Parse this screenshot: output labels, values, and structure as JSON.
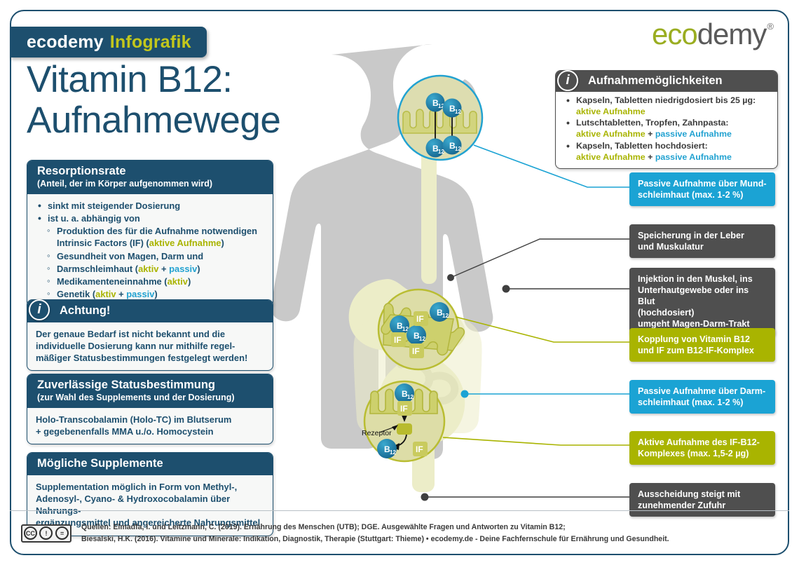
{
  "ribbon": {
    "brand": "ecodemy",
    "word": "Infografik"
  },
  "logo": {
    "part1": "eco",
    "part2": "demy",
    "reg": "®"
  },
  "title": {
    "line1": "Vitamin B12:",
    "line2": "Aufnahmewege"
  },
  "colors": {
    "navy": "#1d4f6e",
    "olive": "#a9b400",
    "cyan": "#1ba3d4",
    "gray": "#4f4f4f",
    "body": "#c9c9c9",
    "tract": "#ecedc8"
  },
  "resorption": {
    "title": "Resorptionsrate",
    "subtitle": "(Anteil, der im Körper aufgenommen wird)",
    "bullets": [
      "sinkt mit steigender Dosierung",
      "ist u. a. abhängig von"
    ],
    "sub_bullets": [
      {
        "text_a": "Produktion des für die Aufnahme notwendigen",
        "text_b": "Intrinsic Factors (IF) (",
        "tags": [
          {
            "t": "aktive Aufnahme",
            "c": "olive"
          }
        ],
        "tail": ")"
      },
      {
        "text_a": "Gesundheit von Magen, Darm und",
        "text_b": "",
        "tags": [],
        "tail": ""
      },
      {
        "text_a": "",
        "text_b": "Darmschleimhaut (",
        "tags": [
          {
            "t": "aktiv",
            "c": "olive"
          },
          {
            "t": "passiv",
            "c": "cyan"
          }
        ],
        "tail": ")"
      },
      {
        "text_a": "",
        "text_b": "Medikamenteneinnahme (",
        "tags": [
          {
            "t": "aktiv",
            "c": "olive"
          }
        ],
        "tail": ")"
      },
      {
        "text_a": "",
        "text_b": "Genetik (",
        "tags": [
          {
            "t": "aktiv",
            "c": "olive"
          },
          {
            "t": "passiv",
            "c": "cyan"
          }
        ],
        "tail": ")"
      }
    ],
    "l_sub1_a": "Produktion des für die Aufnahme notwendigen",
    "l_sub1_b": "Intrinsic Factors (IF) (",
    "l_sub1_tag": "aktive Aufnahme",
    "l_sub2": "Gesundheit von Magen, Darm und",
    "l_sub3_b": "Darmschleimhaut (",
    "l_sub3_t1": "aktiv",
    "l_sub3_t2": "passiv",
    "l_sub4_b": "Medikamenteneinnahme (",
    "l_sub4_t1": "aktiv",
    "l_sub5_b": "Genetik (",
    "l_sub5_t1": "aktiv",
    "l_sub5_t2": "passiv",
    "paren_open": "(",
    "paren_close": ")",
    "plus": " + "
  },
  "achtung": {
    "badge": "i",
    "title": "Achtung!",
    "body_l1": "Der genaue Bedarf ist nicht bekannt und die",
    "body_l2": "individuelle Dosierung kann nur mithilfe regel-",
    "body_l3": "mäßiger Statusbestimmungen festgelegt werden!"
  },
  "status": {
    "title": "Zuverlässige Statusbestimmung",
    "subtitle": "(zur Wahl des Supplements und der Dosierung)",
    "body_l1": "Holo-Transcobalamin (Holo-TC) im Blutserum",
    "body_l2": "+ gegebenenfalls MMA u./o. Homocystein"
  },
  "supplemente": {
    "title": "Mögliche Supplemente",
    "body_l1": "Supplementation möglich in Form von Methyl-,",
    "body_l2": "Adenosyl-, Cyano- & Hydroxocobalamin über Nahrungs-",
    "body_l3": "ergänzungsmittel und angereicherte Nahrungsmittel"
  },
  "aufnahme": {
    "badge": "i",
    "title": "Aufnahmemöglichkeiten",
    "items": [
      {
        "head": "Kapseln, Tabletten niedrigdosiert bis 25 µg:",
        "tag1": "aktive Aufnahme",
        "plus": "",
        "tag2": ""
      },
      {
        "head": "Lutschtabletten, Tropfen, Zahnpasta:",
        "tag1": "aktive Aufnahme",
        "plus": " + ",
        "tag2": "passive Aufnahme"
      },
      {
        "head": "Kapseln, Tabletten hochdosiert:",
        "tag1": "aktive Aufnahme",
        "plus": " + ",
        "tag2": "passive Aufnahme"
      }
    ]
  },
  "tags": {
    "mouth": {
      "l1": "Passive Aufnahme über Mund-",
      "l2": "schleimhaut (max. 1-2 %)",
      "color": "cyan"
    },
    "liver": {
      "l1": "Speicherung in der Leber",
      "l2": "und Muskulatur",
      "color": "gray"
    },
    "injection": {
      "l1": "Injektion in den Muskel, ins",
      "l2": "Unterhautgewebe oder ins Blut",
      "l3": "(hochdosiert)",
      "l4": "umgeht Magen-Darm-Trakt",
      "color": "gray"
    },
    "kopplung": {
      "l1": "Kopplung von Vitamin B12",
      "l2": "und IF zum B12-IF-Komplex",
      "color": "olive"
    },
    "darm": {
      "l1": "Passive Aufnahme über Darm-",
      "l2": "schleimhaut (max. 1-2 %)",
      "color": "cyan"
    },
    "aktiv": {
      "l1": "Aktive Aufnahme des IF-B12-",
      "l2": "Komplexes (max. 1,5-2 µg)",
      "color": "olive"
    },
    "ausscheidung": {
      "l1": "Ausscheidung steigt mit",
      "l2": "zunehmender Zufuhr",
      "color": "gray"
    }
  },
  "diagram": {
    "b12_label": "B",
    "b12_sub": "12",
    "if_label": "IF",
    "rezeptor_label": "Rezeptor"
  },
  "footer": {
    "cc": "CC",
    "by": "BY",
    "nd": "ND",
    "line1": "Quellen: Elmadfa, I. und Leitzmann, C. (2019). Ernährung des Menschen (UTB); DGE. Ausgewählte Fragen und Antworten zu Vitamin B12;",
    "line2": "Biesalski, H.K. (2016). Vitamine und Minerale: Indikation, Diagnostik, Therapie (Stuttgart: Thieme) • ecodemy.de - Deine Fachfernschule für Ernährung und Gesundheit."
  }
}
